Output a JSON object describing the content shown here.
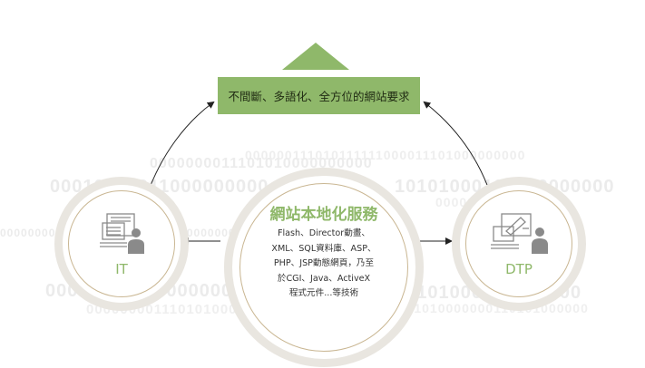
{
  "background_binary": [
    "000000111010111111000011101000000000",
    "0000000011101010000000000",
    "00010101011000000000",
    "00000000000000110101000110000000000000",
    "0000101010000000000",
    "000000001110101000",
    "10101000101000000000",
    "10101000101000000",
    "0000001110101000",
    "0001010000000110101000000"
  ],
  "top_box": {
    "text": "不間斷、多語化、全方位的網站要求"
  },
  "left_node": {
    "label": "IT",
    "icon": "computer-user-icon"
  },
  "right_node": {
    "label": "DTP",
    "icon": "design-workstation-icon"
  },
  "center_node": {
    "title": "網站本地化服務",
    "body_lines": [
      "Flash、Director動畫、",
      "XML、SQL資料庫、ASP、",
      "PHP、JSP動態網頁，乃至",
      "於CGI、Java、ActiveX",
      "程式元件...等技術"
    ]
  },
  "colors": {
    "accent": "#8fb86a",
    "ring": "#e9e6e0",
    "ring_inner": "#c9b692",
    "text": "#333333",
    "icon": "#8a8a8a"
  }
}
